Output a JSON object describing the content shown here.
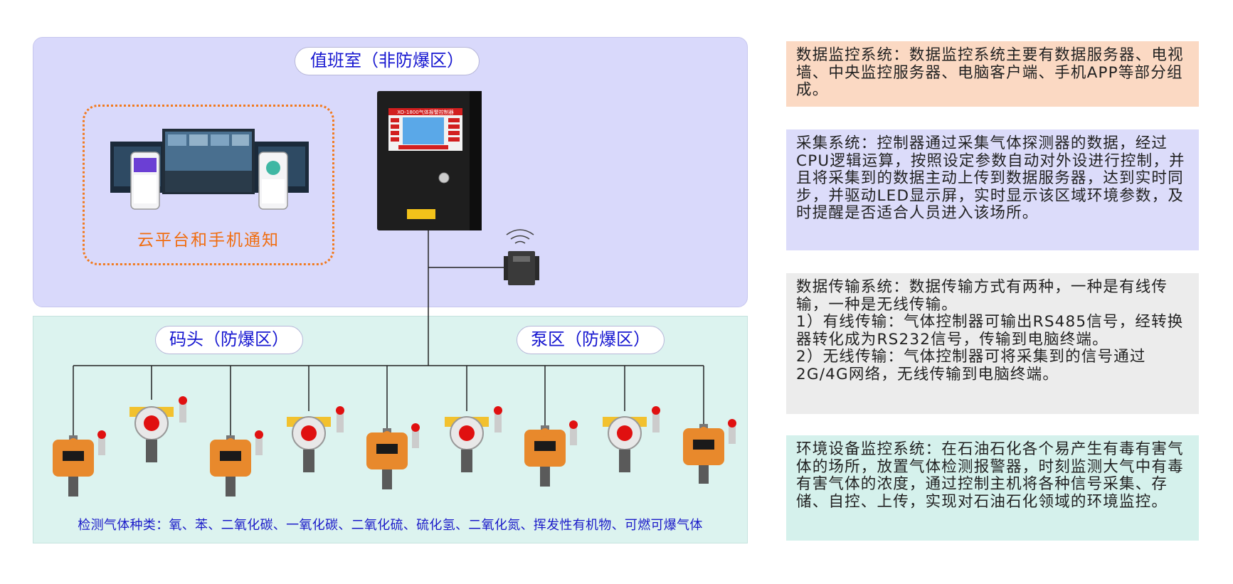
{
  "zones": {
    "control_room": "值班室（非防爆区）",
    "wharf": "码头（防爆区）",
    "pump_area": "泵区（防爆区）"
  },
  "cloud_label": "云平台和手机通知",
  "controller_label": "XO-1800气体报警控制器",
  "gas_caption": "检测气体种类：氧、苯、二氧化碳、一氧化碳、二氧化硫、硫化氢、二氧化氮、挥发性有机物、可燃可爆气体",
  "descriptions": [
    "数据监控系统：数据监控系统主要有数据服务器、电视墙、中央监控服务器、电脑客户端、手机APP等部分组成。",
    "采集系统：控制器通过采集气体探测器的数据，经过CPU逻辑运算，按照设定参数自动对外设进行控制，并且将采集到的数据主动上传到数据服务器，达到实时同步，并驱动LED显示屏，实时显示该区域环境参数，及时提醒是否适合人员进入该场所。",
    "数据传输系统：数据传输方式有两种，一种是有线传输，一种是无线传输。\n1）有线传输：气体控制器可输出RS485信号，经转换器转化成为RS232信号，传输到电脑终端。\n2）无线传输：气体控制器可将采集到的信号通过2G/4G网络，无线传输到电脑终端。",
    "环境设备监控系统：在石油石化各个易产生有毒有害气体的场所，放置气体检测报警器，时刻监测大气中有毒有害气体的浓度，通过控制主机将各种信号采集、存储、自控、上传，实现对石油石化领域的环境监控。"
  ],
  "colors": {
    "zone_top": "#d9d9fb",
    "zone_bottom": "#dcf3ef",
    "accent_blue": "#1515d0",
    "accent_orange": "#f06d10",
    "detector_orange": "#e8892c",
    "detector_yellow": "#f2c12e",
    "alarm_red": "#e01010"
  },
  "detectors": [
    {
      "type": "orange-box"
    },
    {
      "type": "yellow-round"
    },
    {
      "type": "orange-box"
    },
    {
      "type": "yellow-round"
    },
    {
      "type": "orange-box"
    },
    {
      "type": "yellow-round"
    },
    {
      "type": "orange-box"
    },
    {
      "type": "yellow-round"
    },
    {
      "type": "orange-box"
    }
  ]
}
